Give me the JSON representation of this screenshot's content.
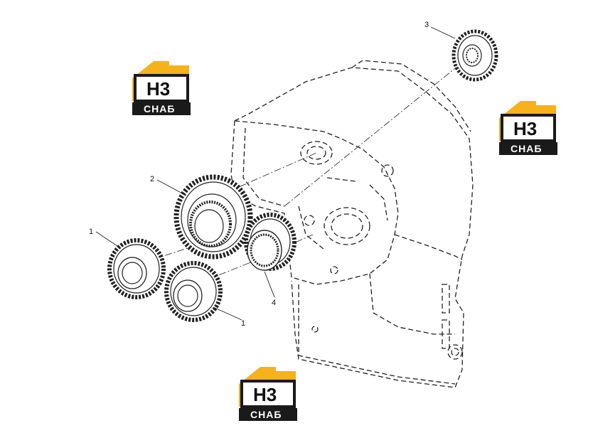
{
  "diagram": {
    "callouts": {
      "part_1_top": "1",
      "part_1_bottom": "1",
      "part_2": "2",
      "part_3": "3",
      "part_4": "4"
    }
  },
  "watermark": {
    "monogram": "H3",
    "wordmark": "СНАБ",
    "accent_color": "#F5B21A",
    "dark_color": "#1a1a1a"
  }
}
